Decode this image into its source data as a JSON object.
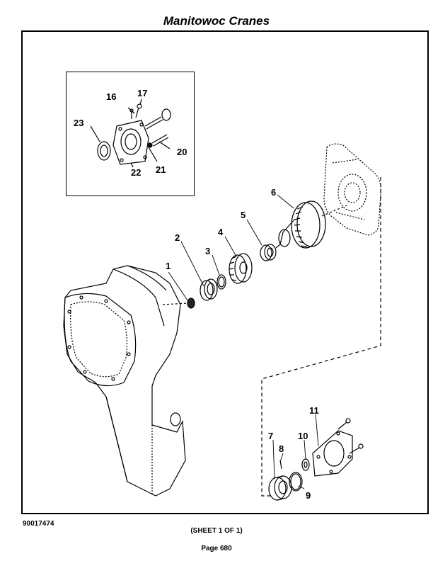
{
  "header": {
    "title": "Manitowoc Cranes"
  },
  "callouts": {
    "c1": "1",
    "c2": "2",
    "c3": "3",
    "c4": "4",
    "c5": "5",
    "c6": "6",
    "c7": "7",
    "c8": "8",
    "c9": "9",
    "c10": "10",
    "c11": "11",
    "c16": "16",
    "c17": "17",
    "c20": "20",
    "c21": "21",
    "c22": "22",
    "c23": "23"
  },
  "footer": {
    "drawing_number": "90017474",
    "sheet": "(SHEET 1 OF 1)",
    "page": "Page 680"
  }
}
